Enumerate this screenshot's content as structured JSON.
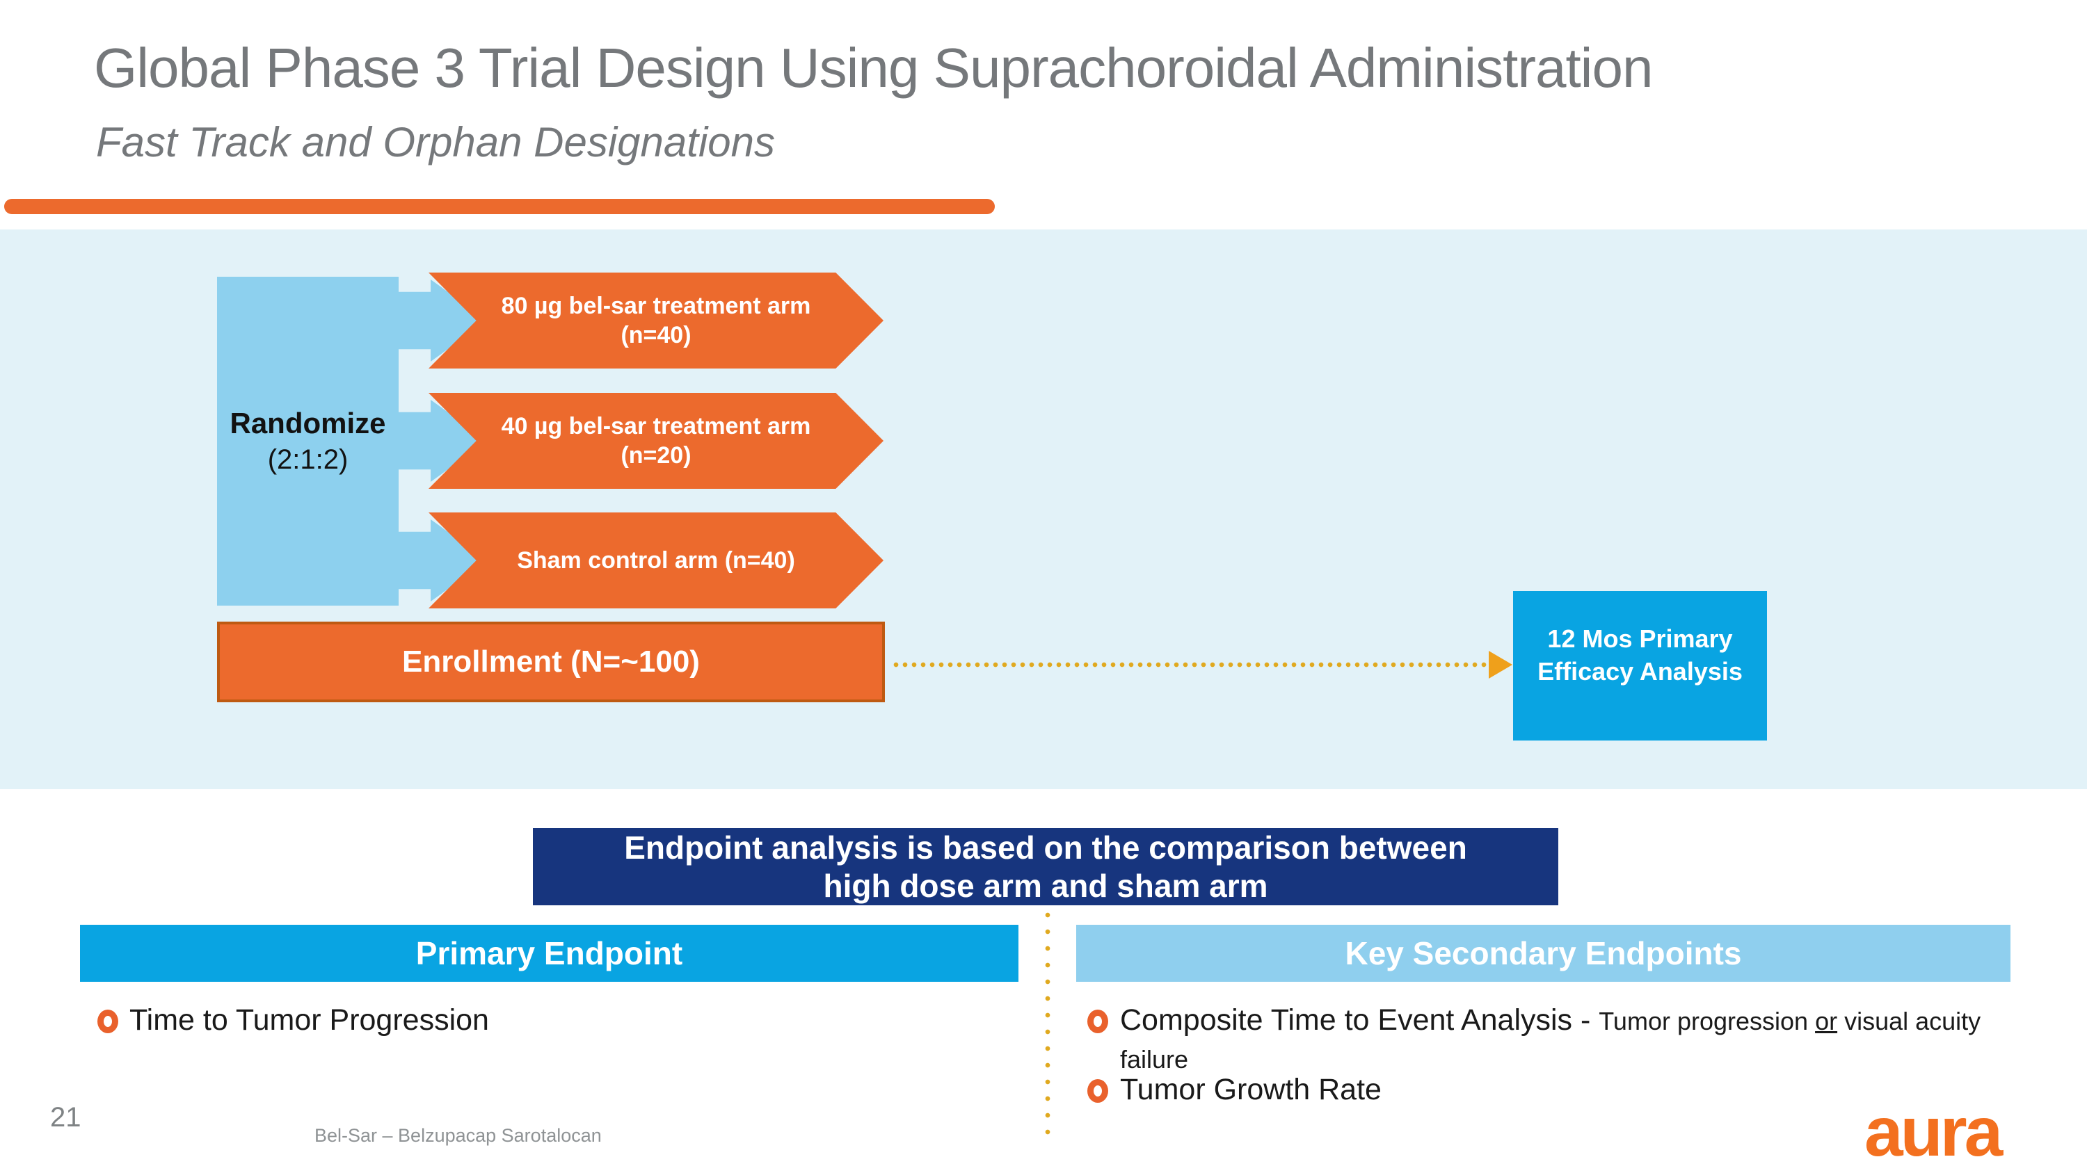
{
  "slide": {
    "title": "Global Phase 3 Trial Design Using Suprachoroidal Administration",
    "subtitle": "Fast Track and Orphan Designations",
    "page_number": "21",
    "footer_note": "Bel-Sar – Belzupacap Sarotalocan",
    "logo_text": "aura"
  },
  "diagram": {
    "randomize_label": "Randomize",
    "randomize_ratio": "(2:1:2)",
    "arms": [
      {
        "line1": "80 µg bel-sar treatment arm",
        "line2": "(n=40)"
      },
      {
        "line1": "40 µg bel-sar treatment arm",
        "line2": "(n=20)"
      },
      {
        "line1": "Sham control arm (n=40)",
        "line2": ""
      }
    ],
    "enrollment_label": "Enrollment (N=~100)",
    "analysis_box": {
      "line1": "12 Mos Primary",
      "line2": "Efficacy Analysis"
    }
  },
  "banner": {
    "line1": "Endpoint analysis is based on the comparison between",
    "line2": "high dose arm and sham arm"
  },
  "endpoints": {
    "primary": {
      "header": "Primary Endpoint",
      "item1": "Time to Tumor Progression"
    },
    "secondary": {
      "header": "Key Secondary Endpoints",
      "item1_main": "Composite Time to Event Analysis - ",
      "item1_detail_before": "Tumor progression ",
      "item1_detail_underlined": "or",
      "item1_detail_after": " visual acuity failure",
      "item2": "Tumor Growth Rate"
    }
  },
  "icons": {
    "bullet": "ring-bullet-icon",
    "flow_arrowhead": "arrowhead-icon"
  },
  "colors": {
    "accent_orange": "#ec6a2d",
    "enrollment_border_orange": "#be5a12",
    "panel_light_blue": "#e2f2f8",
    "randomize_blue": "#8dd0ee",
    "cyan_blue": "#09a4e2",
    "secondary_header_blue": "#8fcfee",
    "navy_banner": "#17357e",
    "dotted_gold": "#e0a91f",
    "title_gray": "#75787b",
    "logo_orange": "#f3701f"
  }
}
